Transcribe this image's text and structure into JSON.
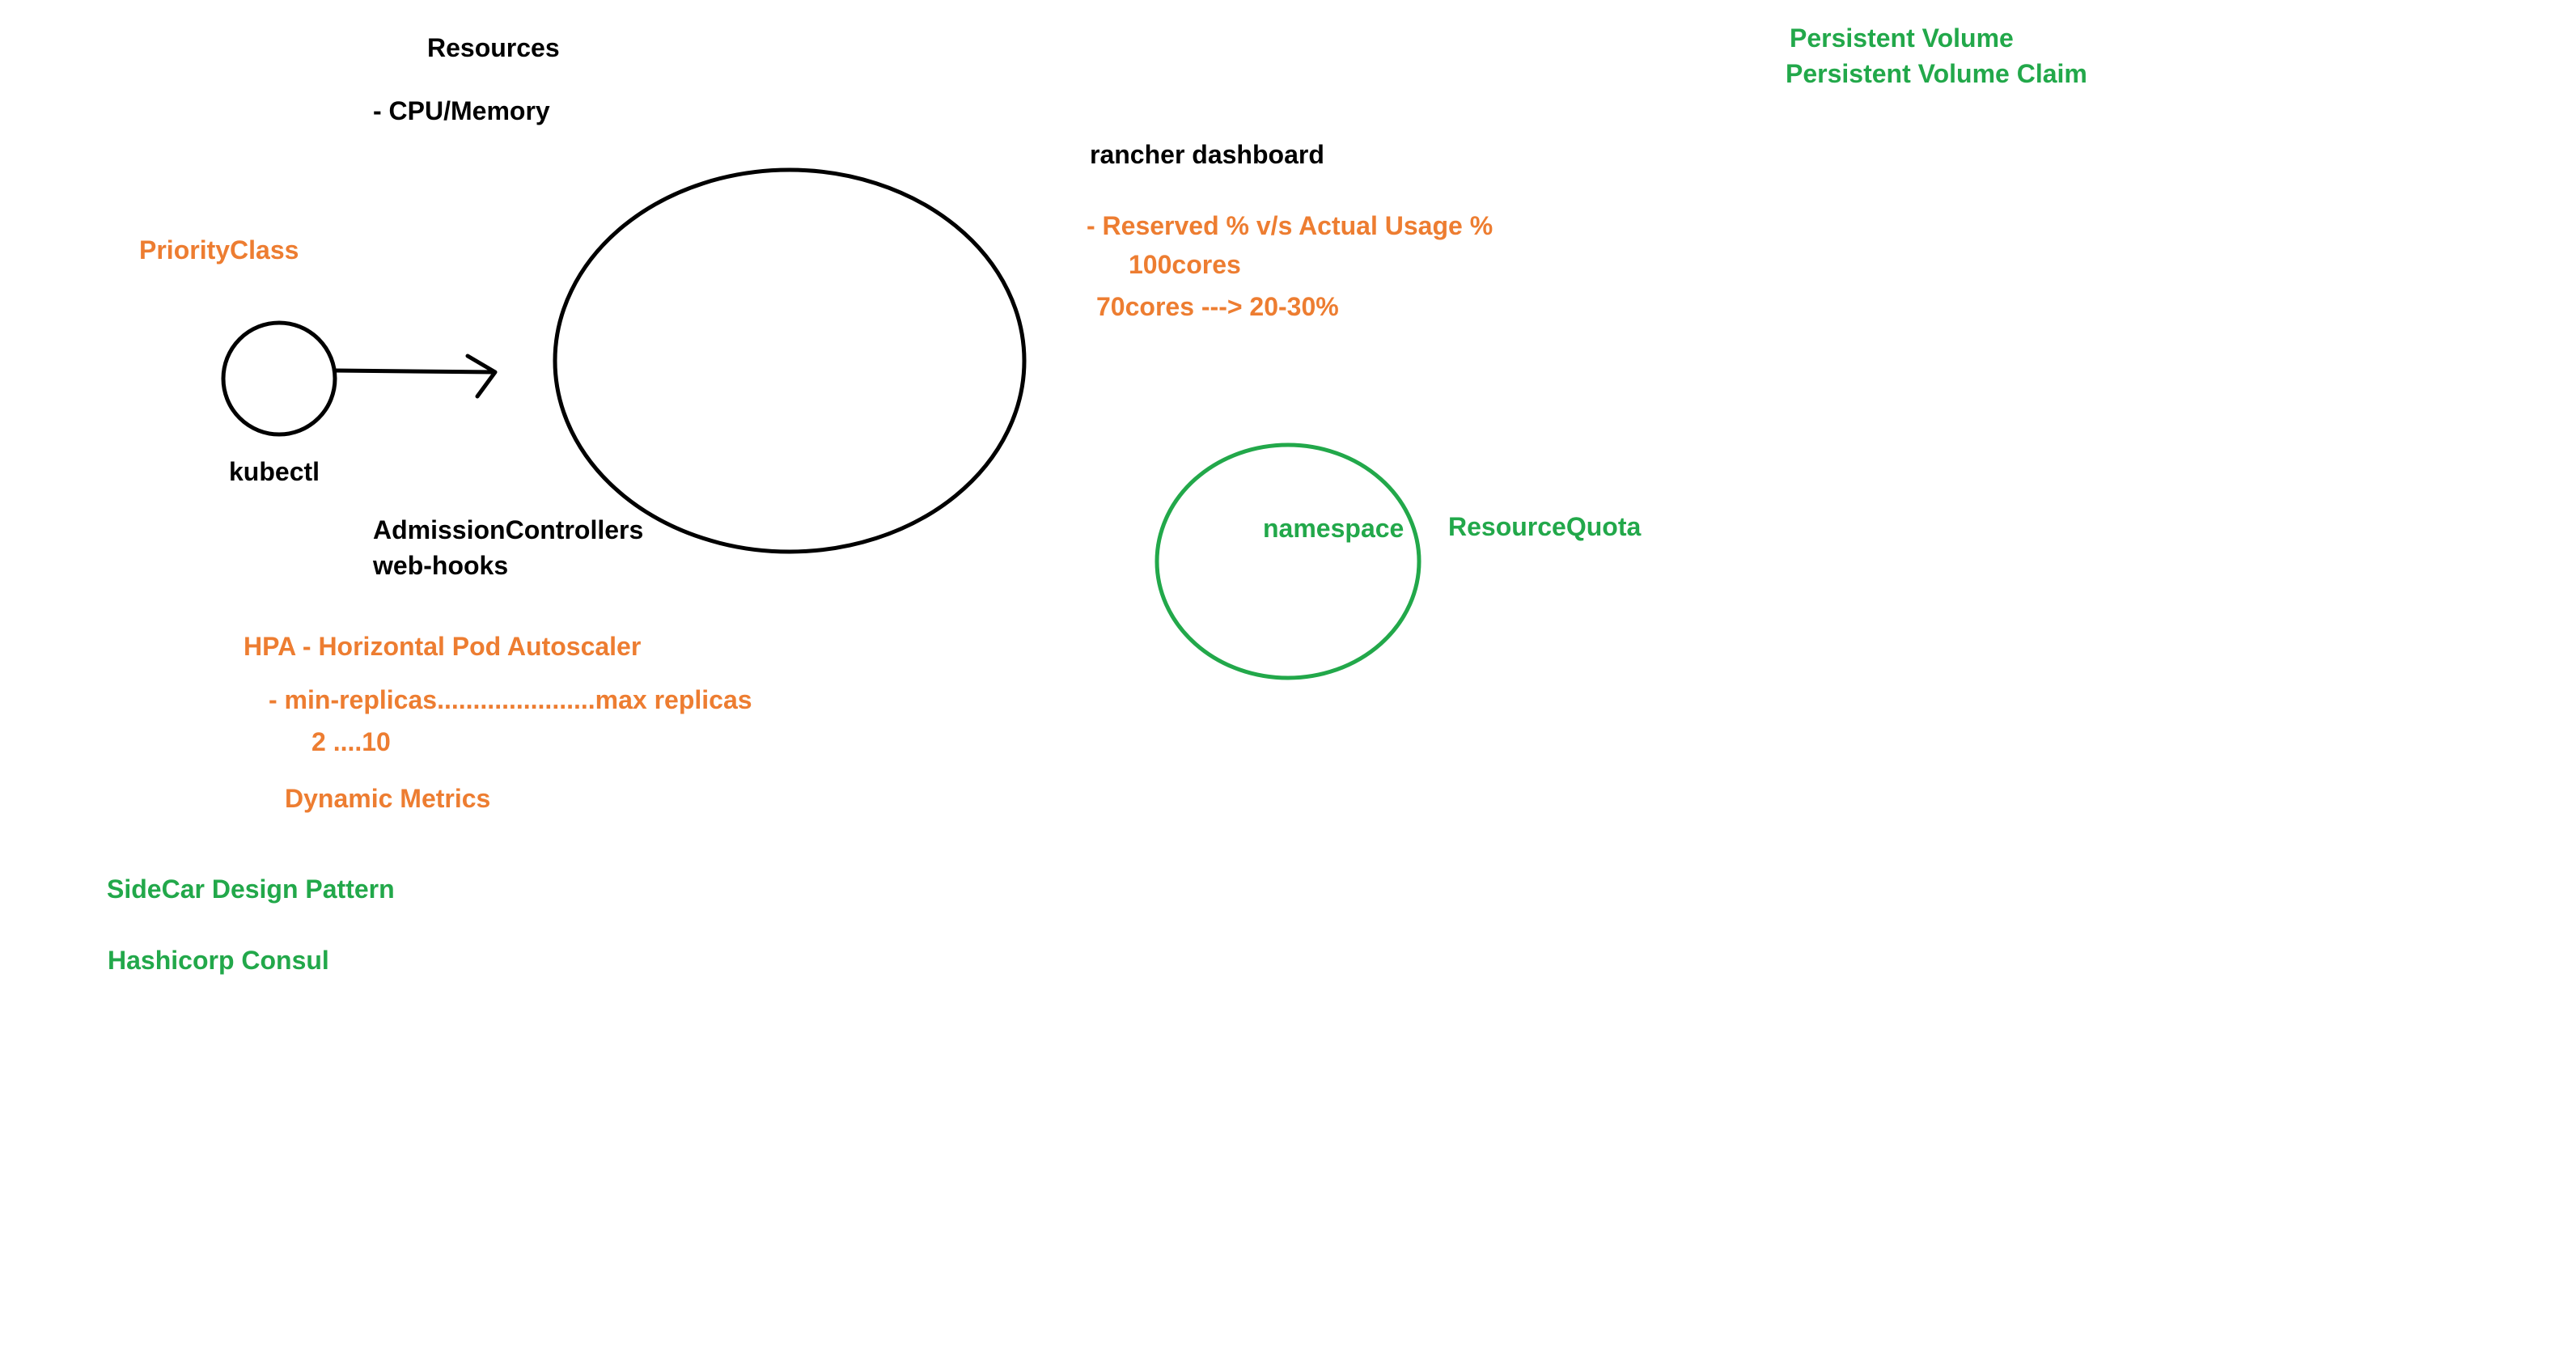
{
  "colors": {
    "ink": "#000000",
    "orange": "#ed7d31",
    "green": "#22a84a",
    "background": "#ffffff"
  },
  "labels": {
    "resources": "Resources",
    "cpu_memory": "- CPU/Memory",
    "priority_class": "PriorityClass",
    "kubectl": "kubectl",
    "admission_controllers": "AdmissionControllers",
    "web_hooks": "web-hooks",
    "hpa": "HPA - Horizontal Pod Autoscaler",
    "min_max_replicas": "- min-replicas......................max replicas",
    "replica_range": "2 ....10",
    "dynamic_metrics": "Dynamic Metrics",
    "sidecar": "SideCar Design Pattern",
    "consul": "Hashicorp Consul",
    "rancher_dashboard": "rancher dashboard",
    "reserved_vs_actual": "- Reserved % v/s Actual Usage %",
    "cores_100": "100cores",
    "cores_70": "70cores ---> 20-30%",
    "namespace": "namespace",
    "resource_quota": "ResourceQuota",
    "persistent_volume": "Persistent Volume",
    "persistent_volume_claim": "Persistent Volume Claim"
  }
}
